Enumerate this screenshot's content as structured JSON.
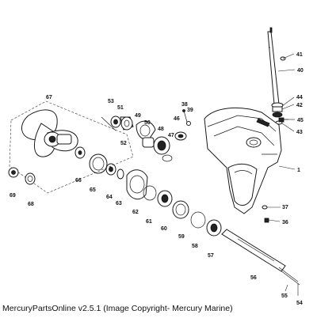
{
  "caption": "MercuryPartsOnline v2.5.1 (Image Copyright- Mercury Marine)",
  "callouts": [
    "1",
    "36",
    "37",
    "38",
    "39",
    "40",
    "41",
    "42",
    "43",
    "44",
    "45",
    "46",
    "47",
    "48",
    "49",
    "50",
    "51",
    "52",
    "53",
    "54",
    "55",
    "56",
    "57",
    "58",
    "59",
    "60",
    "61",
    "62",
    "63",
    "64",
    "65",
    "66",
    "67",
    "68",
    "69"
  ]
}
